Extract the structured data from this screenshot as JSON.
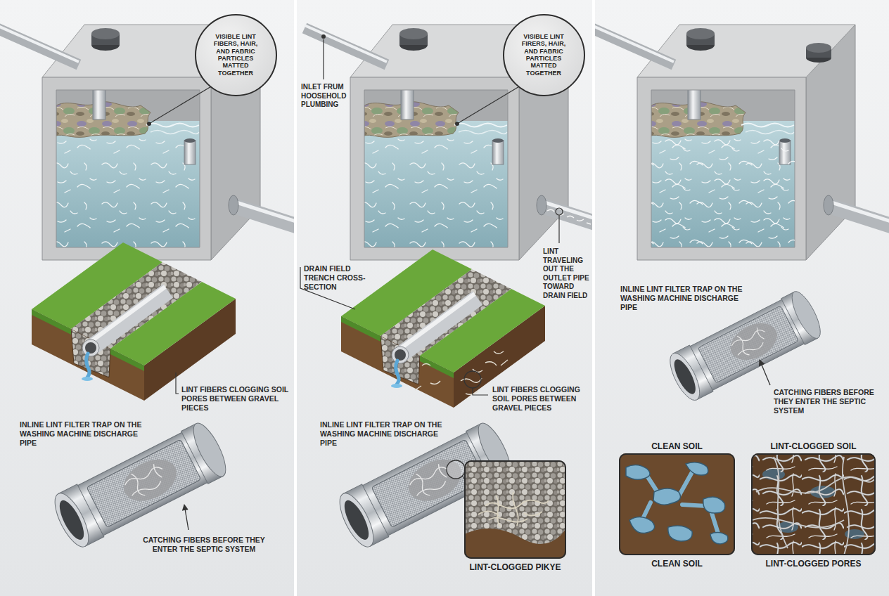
{
  "diagram": {
    "nodes": [
      {
        "text": [
          "VISIBLE LINT FIBERS, HAIR, AND FABRIC PARTICLES MATTED TOGETHER"
        ]
      },
      {
        "text": [
          "VISIBLE LINT FIRERS, HAIR, AND FABRIC PARTICLES MATTED TOGETHER"
        ]
      },
      {
        "text": [
          "LINT-CLOGGED PIKYE"
        ]
      },
      {
        "text": [
          "CLEAN SOIL",
          "CLEAN SOIL"
        ]
      },
      {
        "text": [
          "LINT-CLOGGED SOIL",
          "LINT-CLOGGED PORES"
        ]
      }
    ],
    "labels": [
      "LINT FIBERS CLOGGING SOIL PORES BETWEEN GRAVEL PIECES",
      "INLINE LINT FILTER TRAP ON THE WASHING MACHINE DISCHARGE PIPE",
      "CATCHING FIBERS BEFORE THEY ENTER THE SEPTIC SYSTEM",
      "INLET FRUM HOOSEHOLD PLUMBING",
      "LINT TRAVELING OUT THE OUTLET PIPE TOWARD DRAIN FIELD",
      "DRAIN FIELD TRENCH CROSS-SECTION",
      "LINT FIBERS CLOGGING SOIL PORES BETWEEN GRAVEL PIECES",
      "INLINE LINT FILTER TRAP ON THE WASHING MACHINE DISCHARGE PIPE",
      "INLINE LINT FILTER TRAP ON THE WASHING MACHINE DISCHARGE PIPE",
      "CATCHING FIBERS BEFORE THEY ENTER THE SEPTIC SYSTEM"
    ]
  }
}
